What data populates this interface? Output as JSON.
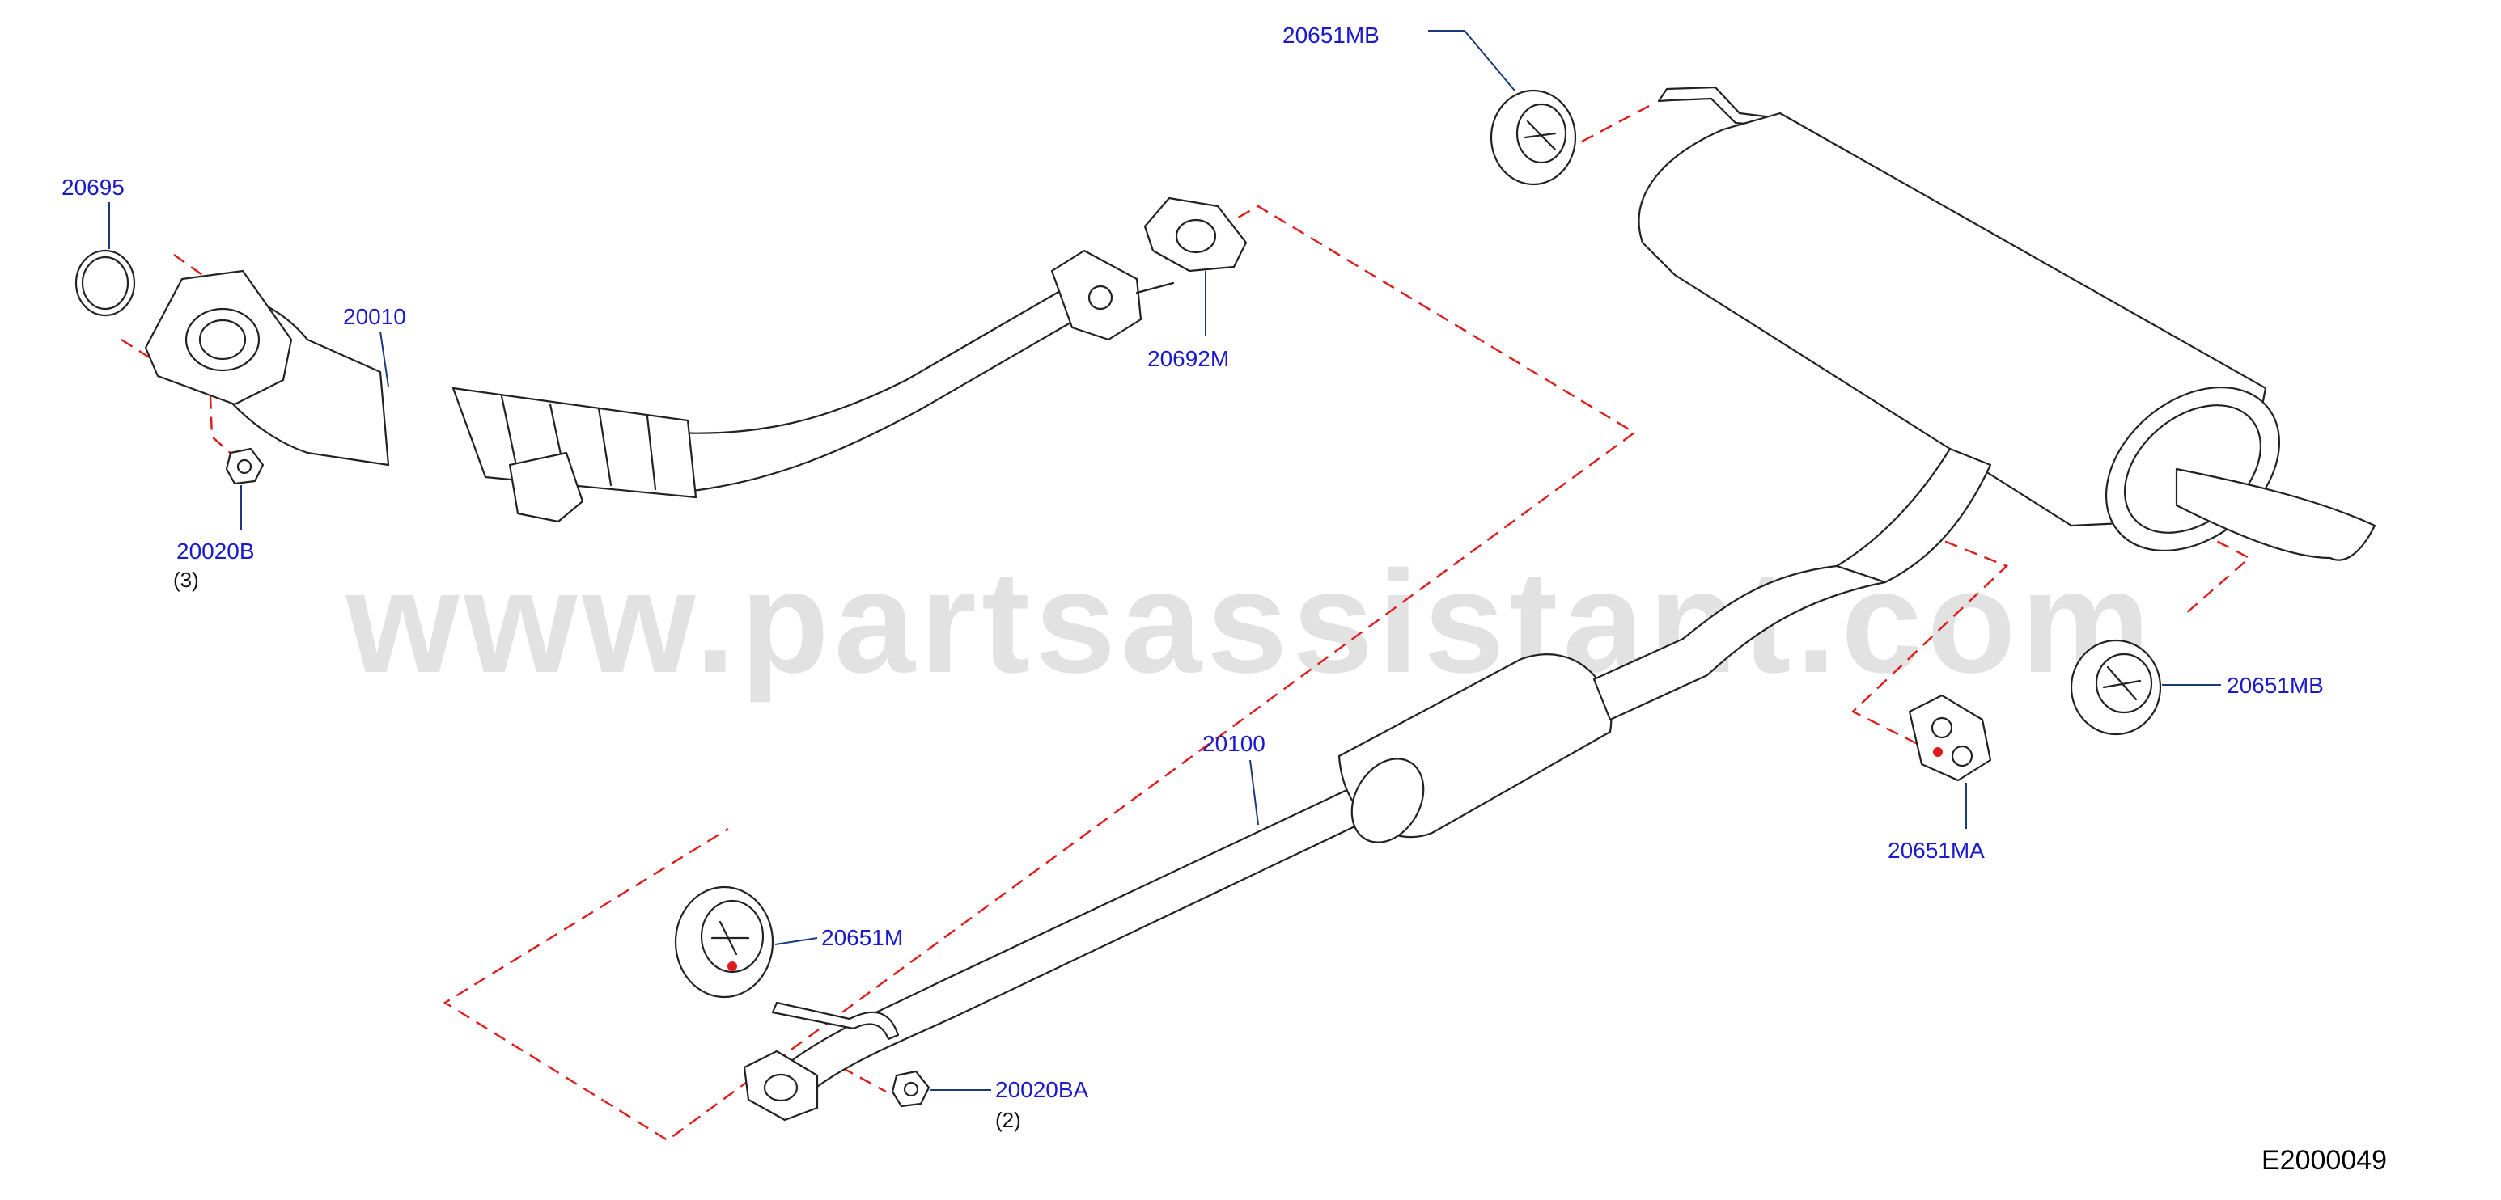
{
  "watermark": "www.partsassistant.com",
  "diagram_id": "E2000049",
  "colors": {
    "label": "#1a1acc",
    "leader": "#1a3a7a",
    "dashed": "#e01b1b",
    "watermark": "#cfcfcf"
  },
  "callouts": {
    "ring_gasket": "20695",
    "front_tube": "20010",
    "flange_gasket_front": "20692M",
    "nut_front": "20020B",
    "nut_front_qty": "(3)",
    "mount_rear_top": "20651MB",
    "mount_rear_right": "20651MB",
    "mount_middle": "20651MA",
    "center_tube": "20100",
    "mount_center": "20651M",
    "nut_center": "20020BA",
    "nut_center_qty": "(2)"
  }
}
